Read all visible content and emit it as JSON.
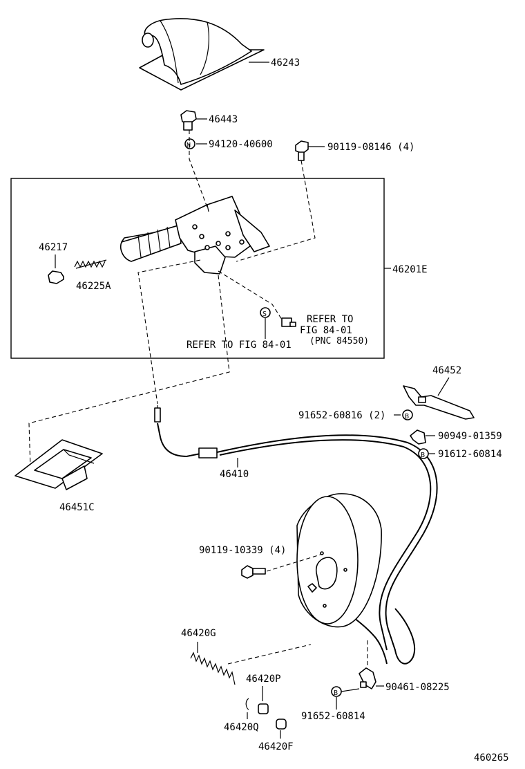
{
  "labels": {
    "p46243": "46243",
    "p46443": "46443",
    "p94120": "94120-40600",
    "p90119_08146": "90119-08146 (4)",
    "p46217": "46217",
    "p46225a": "46225A",
    "p46201e": "46201E",
    "refer_to_1": "REFER TO",
    "fig_84_01_a": "FIG 84-01",
    "pnc_84550": "(PNC 84550)",
    "refer_to_fig_84_01": "REFER TO FIG 84-01",
    "p46452": "46452",
    "p91652_60816": "91652-60816 (2)",
    "p90949_01359": "90949-01359",
    "p91612_60814": "91612-60814",
    "p46410": "46410",
    "p46451c": "46451C",
    "p90119_10339": "90119-10339 (4)",
    "p46420g": "46420G",
    "p46420p": "46420P",
    "p90461_08225": "90461-08225",
    "p91652_60814": "91652-60814",
    "p46420q": "46420Q",
    "p46420f": "46420F",
    "figure_number": "460265"
  },
  "markers": {
    "n": "N",
    "s": "S",
    "b1": "B",
    "b2": "B",
    "b3": "B"
  }
}
